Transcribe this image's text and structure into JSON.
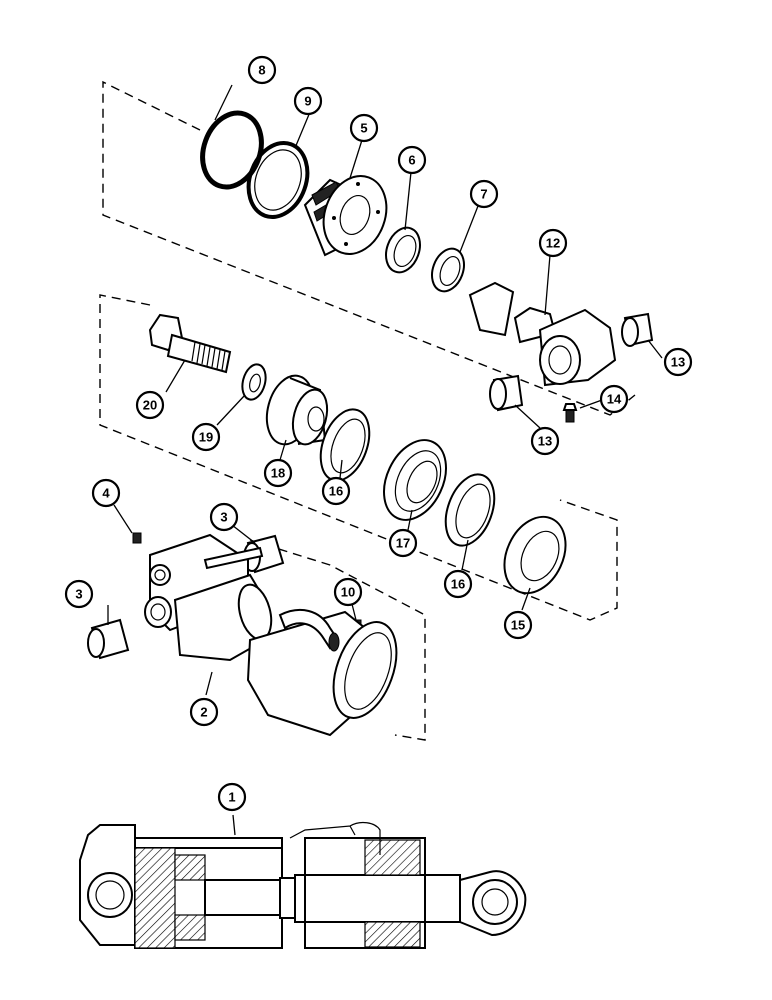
{
  "callouts": [
    {
      "label": "1"
    },
    {
      "label": "2"
    },
    {
      "label": "3"
    },
    {
      "label": "3"
    },
    {
      "label": "4"
    },
    {
      "label": "5"
    },
    {
      "label": "6"
    },
    {
      "label": "7"
    },
    {
      "label": "8"
    },
    {
      "label": "9"
    },
    {
      "label": "10"
    },
    {
      "label": "12"
    },
    {
      "label": "13"
    },
    {
      "label": "13"
    },
    {
      "label": "14"
    },
    {
      "label": "15"
    },
    {
      "label": "16"
    },
    {
      "label": "16"
    },
    {
      "label": "17"
    },
    {
      "label": "18"
    },
    {
      "label": "19"
    },
    {
      "label": "20"
    }
  ]
}
